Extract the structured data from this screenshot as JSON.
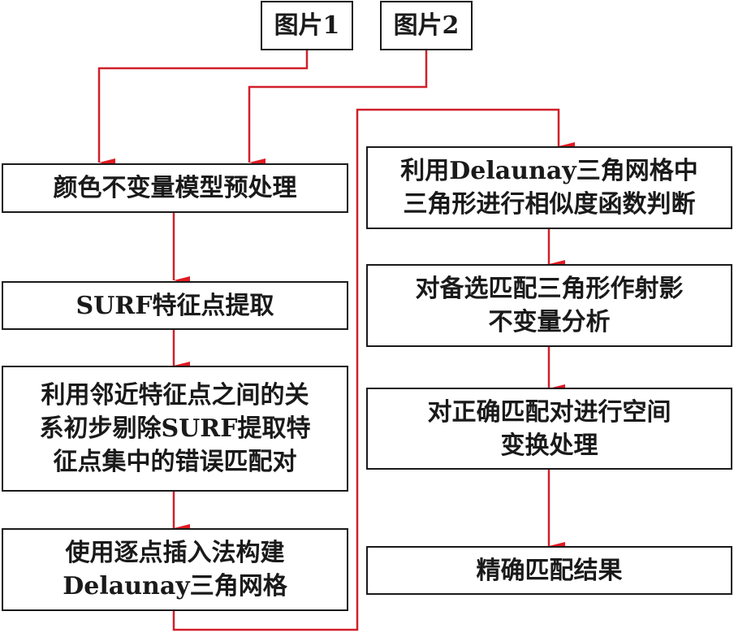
{
  "diagram": {
    "type": "flowchart",
    "line_color": "#d0202a",
    "box_border_color": "#1a1a1a",
    "inputs": [
      {
        "id": "img1",
        "label": "图片1"
      },
      {
        "id": "img2",
        "label": "图片2"
      }
    ],
    "left_column": [
      {
        "id": "s1",
        "label": "颜色不变量模型预处理"
      },
      {
        "id": "s2",
        "label": "SURF特征点提取"
      },
      {
        "id": "s3",
        "label": "利用邻近特征点之间的关\n系初步剔除SURF提取特\n征点集中的错误匹配对"
      },
      {
        "id": "s4",
        "label": "使用逐点插入法构建\nDelaunay三角网格"
      }
    ],
    "right_column": [
      {
        "id": "s5",
        "label": "利用Delaunay三角网格中\n三角形进行相似度函数判断"
      },
      {
        "id": "s6",
        "label": "对备选匹配三角形作射影\n不变量分析"
      },
      {
        "id": "s7",
        "label": "对正确匹配对进行空间\n变换处理"
      },
      {
        "id": "s8",
        "label": "精确匹配结果"
      }
    ],
    "edges": [
      {
        "from": "img1",
        "to": "s1"
      },
      {
        "from": "img2",
        "to": "s1"
      },
      {
        "from": "s1",
        "to": "s2"
      },
      {
        "from": "s2",
        "to": "s3"
      },
      {
        "from": "s3",
        "to": "s4"
      },
      {
        "from": "s4",
        "to": "s5"
      },
      {
        "from": "s5",
        "to": "s6"
      },
      {
        "from": "s6",
        "to": "s7"
      },
      {
        "from": "s7",
        "to": "s8"
      }
    ]
  }
}
